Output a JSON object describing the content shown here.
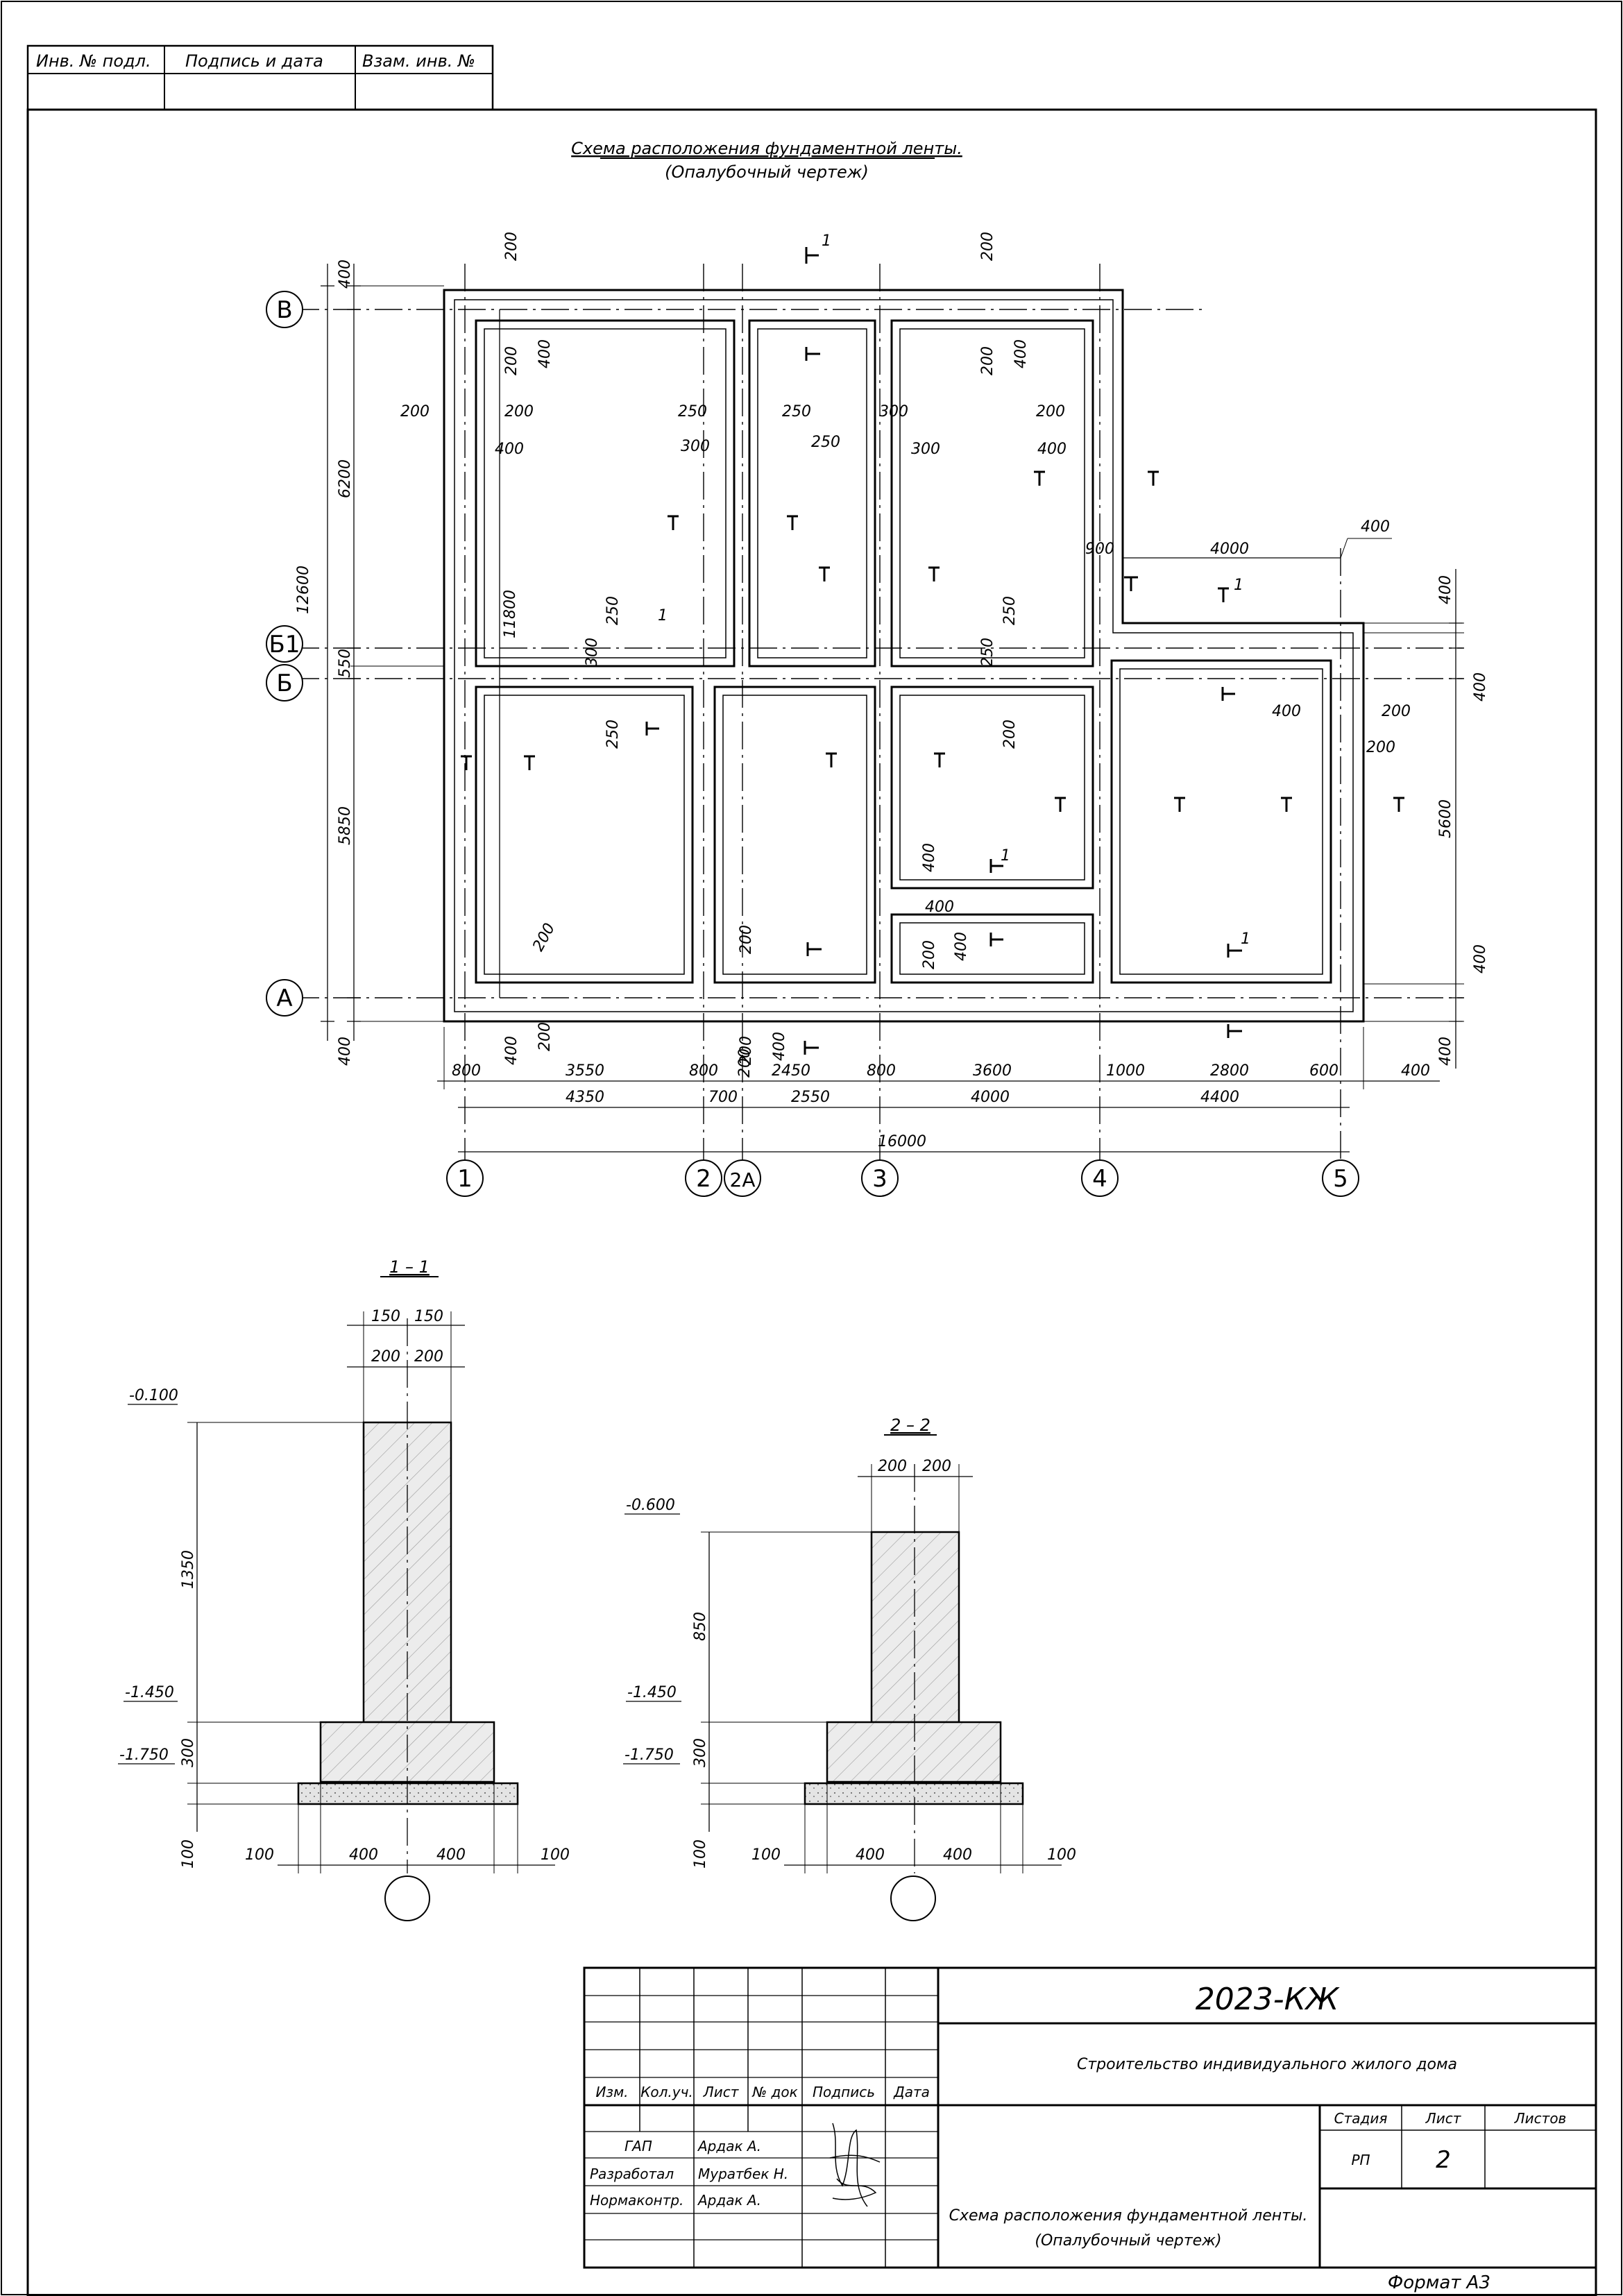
{
  "stamp": {
    "headers": [
      "Инв. № подл.",
      "Подпись и дата",
      "Взам. инв. №"
    ]
  },
  "plan": {
    "title": "Схема расположения фундаментной ленты.",
    "subtitle": "(Опалубочный чертеж)",
    "row_axes": [
      "В",
      "Б1",
      "Б",
      "А"
    ],
    "col_axes": [
      "1",
      "2",
      "2А",
      "3",
      "4",
      "5"
    ],
    "left_dims": [
      "400",
      "6200",
      "12600",
      "550",
      "5850",
      "400"
    ],
    "inner_vertical_dim": "11800",
    "right_dims": [
      "400",
      "400",
      "5600",
      "400",
      "400"
    ],
    "bottom_row1": [
      "800",
      "3550",
      "800",
      "200",
      "2450",
      "800",
      "3600",
      "1000",
      "2800",
      "600",
      "400"
    ],
    "bottom_row2": [
      "4350",
      "700",
      "2550",
      "4000",
      "4400"
    ],
    "overall": "16000",
    "top_right_dims": [
      "900",
      "4000",
      "400"
    ],
    "inner_labels": [
      "200",
      "200",
      "400",
      "200",
      "200",
      "400",
      "250",
      "300",
      "250",
      "250",
      "300",
      "200",
      "400",
      "200",
      "400",
      "200",
      "250",
      "300",
      "250",
      "300",
      "250",
      "250",
      "200",
      "400",
      "200",
      "200",
      "400",
      "200",
      "400",
      "200",
      "200",
      "400",
      "200",
      "200",
      "400",
      "400"
    ],
    "section_marks": [
      "1",
      "1",
      "1",
      "1",
      "1"
    ]
  },
  "sections": [
    {
      "title": "1 – 1",
      "top_dims": [
        "150",
        "150"
      ],
      "top_dims2": [
        "200",
        "200"
      ],
      "elevations": [
        "-0.100",
        "-1.450",
        "-1.750"
      ],
      "vertical_dims": [
        "1350",
        "300",
        "100"
      ],
      "bottom_dims": [
        "100",
        "400",
        "400",
        "100"
      ]
    },
    {
      "title": "2 – 2",
      "top_dims": [
        "200",
        "200"
      ],
      "elevations": [
        "-0.600",
        "-1.450",
        "-1.750"
      ],
      "vertical_dims": [
        "850",
        "300",
        "100"
      ],
      "bottom_dims": [
        "100",
        "400",
        "400",
        "100"
      ]
    }
  ],
  "titleblock": {
    "code": "2023-КЖ",
    "project": "Строительство индивидуального жилого дома",
    "col_headers": [
      "Изм.",
      "Кол.уч.",
      "Лист",
      "№ док",
      "Подпись",
      "Дата"
    ],
    "roles": [
      "ГАП",
      "Разработал",
      "Нормаконтр."
    ],
    "names": [
      "Ардак А.",
      "Муратбек Н.",
      "Ардак А."
    ],
    "stage_header": "Стадия",
    "sheet_header": "Лист",
    "sheets_header": "Листов",
    "stage": "РП",
    "sheet": "2",
    "sheets": "",
    "drawing_title": "Схема расположения фундаментной ленты.",
    "drawing_subtitle": "(Опалубочный чертеж)",
    "format": "Формат А3"
  }
}
